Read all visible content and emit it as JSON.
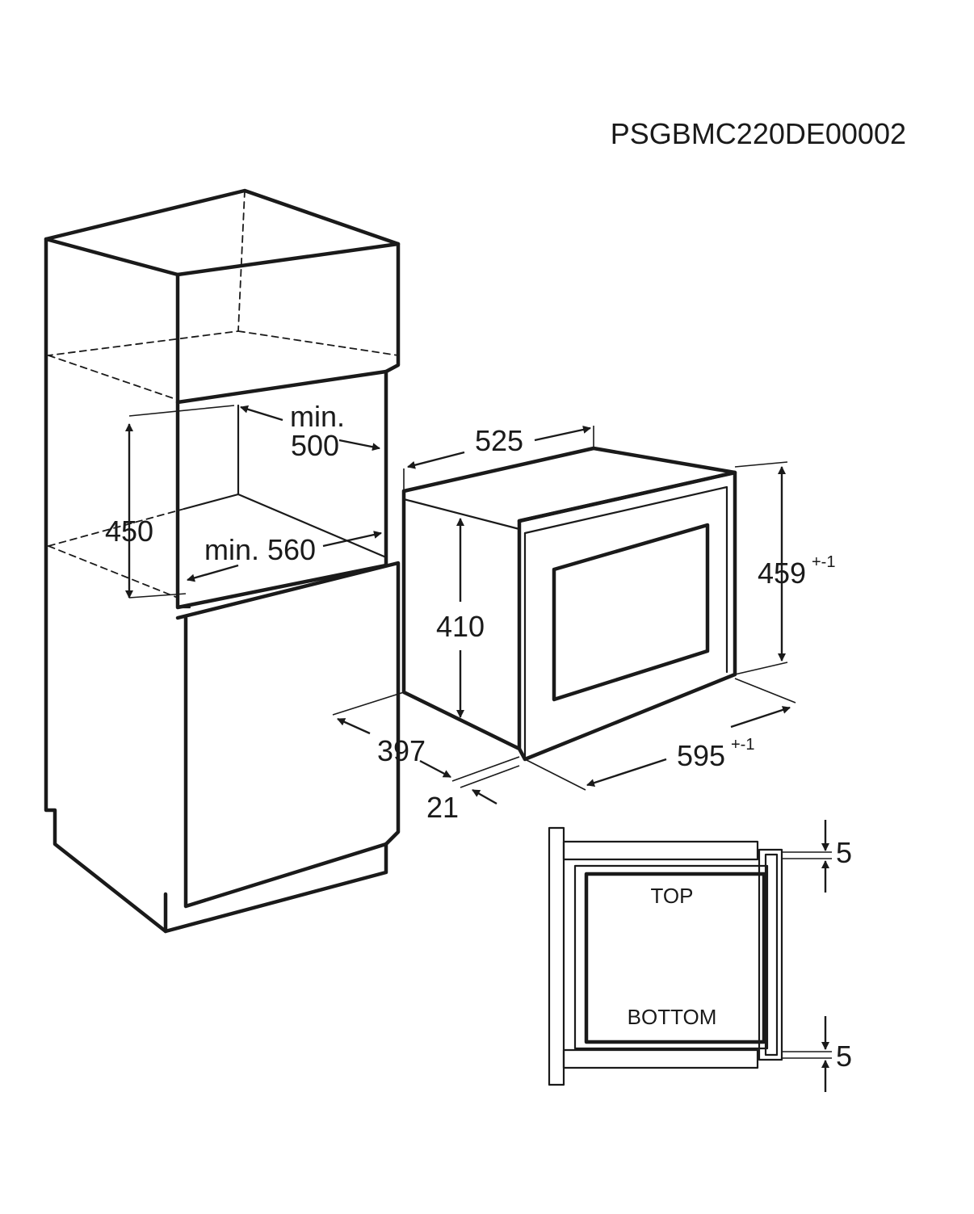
{
  "document": {
    "code": "PSGBMC220DE00002"
  },
  "cabinet": {
    "height": "450",
    "depth_label": "min.",
    "depth_value": "500",
    "width_label": "min. 560"
  },
  "appliance": {
    "width_top": "525",
    "height_body": "410",
    "height_front": "459",
    "height_front_tol": "+-1",
    "width_front": "595",
    "width_front_tol": "+-1",
    "depth": "397",
    "door_depth": "21"
  },
  "side_section": {
    "top_label": "TOP",
    "bottom_label": "BOTTOM",
    "gap_top": "5",
    "gap_bottom": "5"
  },
  "colors": {
    "ink": "#1a1a1a",
    "background": "#ffffff"
  }
}
